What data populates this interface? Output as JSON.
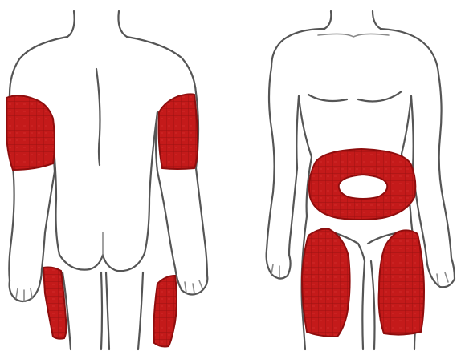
{
  "figure": {
    "views": [
      {
        "id": "back",
        "name": "back-view"
      },
      {
        "id": "front",
        "name": "front-view"
      }
    ],
    "injection_zones": [
      {
        "view": "back",
        "region": "upper-arm-left"
      },
      {
        "view": "back",
        "region": "upper-arm-right"
      },
      {
        "view": "back",
        "region": "calf-left"
      },
      {
        "view": "back",
        "region": "calf-right"
      },
      {
        "view": "front",
        "region": "abdomen"
      },
      {
        "view": "front",
        "region": "thigh-left"
      },
      {
        "view": "front",
        "region": "thigh-right"
      }
    ],
    "colors": {
      "zone_fill": "#c41a1a",
      "zone_stroke": "#8e0d0d",
      "zone_grid": "#7a0808",
      "outline": "#555555",
      "background": "#ffffff"
    }
  }
}
